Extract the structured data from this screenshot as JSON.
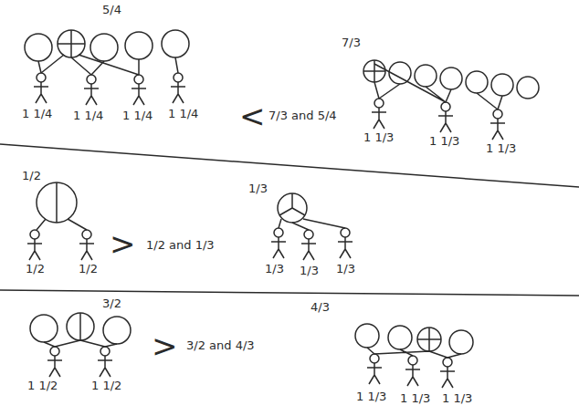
{
  "diagram": {
    "labels": [
      "5/4",
      "7/3",
      "1 1/4",
      "1 1/4",
      "1 1/4",
      "1 1/4",
      "<",
      "7/3 and 5/4",
      "1 1/3",
      "1 1/3",
      "1 1/3",
      "1/2",
      "1/3",
      "1/2",
      "1/2",
      ">",
      "1/2 and 1/3",
      "1/3",
      "1/3",
      "1/3",
      "3/2",
      "4/3",
      "1 1/2",
      "1 1/2",
      ">",
      "3/2 and 4/3",
      "1 1/3",
      "1 1/3",
      "1 1/3"
    ]
  }
}
